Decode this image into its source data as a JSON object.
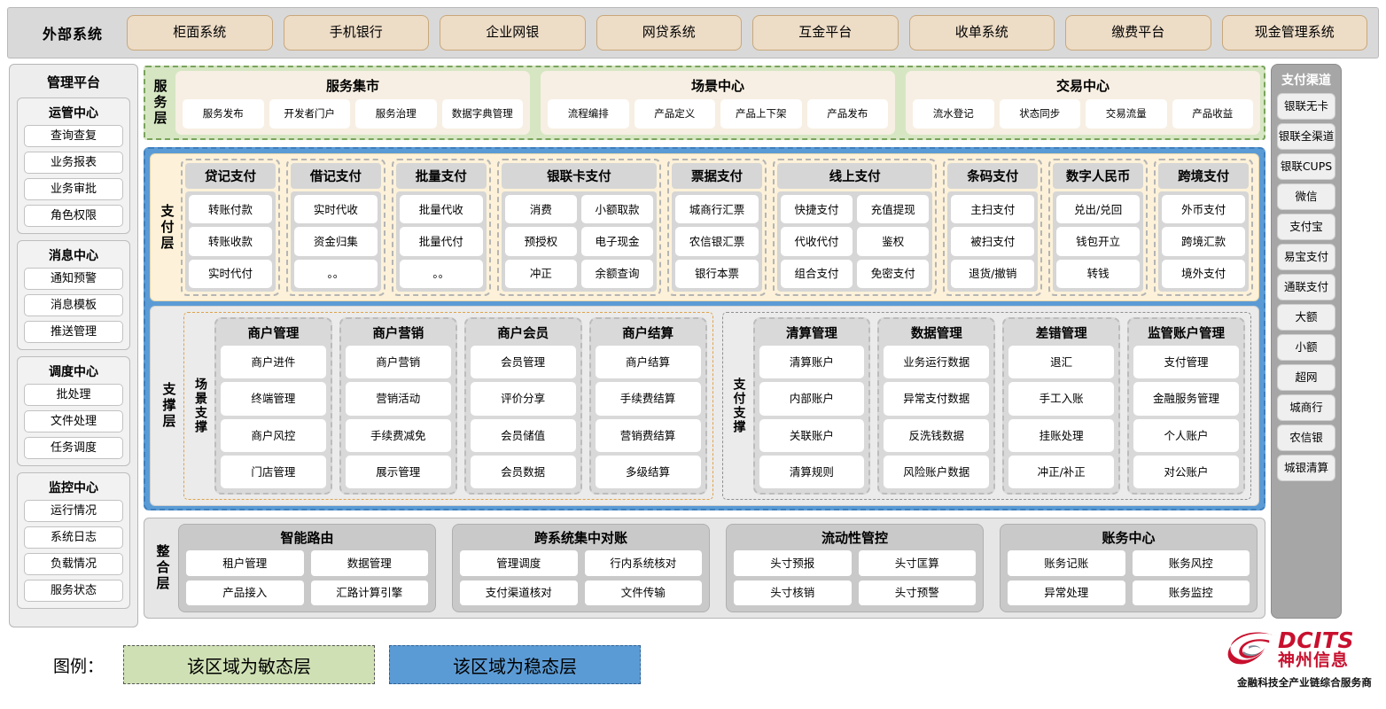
{
  "external": {
    "title": "外部系统",
    "items": [
      "柜面系统",
      "手机银行",
      "企业网银",
      "网贷系统",
      "互金平台",
      "收单系统",
      "缴费平台",
      "现金管理系统"
    ]
  },
  "left_sidebar": {
    "title": "管理平台",
    "groups": [
      {
        "title": "运管中心",
        "items": [
          "查询查复",
          "业务报表",
          "业务审批",
          "角色权限"
        ]
      },
      {
        "title": "消息中心",
        "items": [
          "通知预警",
          "消息模板",
          "推送管理"
        ]
      },
      {
        "title": "调度中心",
        "items": [
          "批处理",
          "文件处理",
          "任务调度"
        ]
      },
      {
        "title": "监控中心",
        "items": [
          "运行情况",
          "系统日志",
          "负载情况",
          "服务状态"
        ]
      }
    ]
  },
  "right_sidebar": {
    "title": "支付渠道",
    "items": [
      "银联无卡",
      "银联全渠道",
      "银联CUPS",
      "微信",
      "支付宝",
      "易宝支付",
      "通联支付",
      "大额",
      "小额",
      "超网",
      "城商行",
      "农信银",
      "城银清算"
    ]
  },
  "service_layer": {
    "label": "服务层",
    "groups": [
      {
        "title": "服务集市",
        "items": [
          "服务发布",
          "开发者门户",
          "服务治理",
          "数据字典管理"
        ]
      },
      {
        "title": "场景中心",
        "items": [
          "流程编排",
          "产品定义",
          "产品上下架",
          "产品发布"
        ]
      },
      {
        "title": "交易中心",
        "items": [
          "流水登记",
          "状态同步",
          "交易流量",
          "产品收益"
        ]
      }
    ]
  },
  "payment_layer": {
    "label": "支付层",
    "groups": [
      {
        "title": "贷记支付",
        "cols": 1,
        "rows": [
          [
            "转账付款"
          ],
          [
            "转账收款"
          ],
          [
            "实时代付"
          ]
        ]
      },
      {
        "title": "借记支付",
        "cols": 1,
        "rows": [
          [
            "实时代收"
          ],
          [
            "资金归集"
          ],
          [
            "。。"
          ]
        ]
      },
      {
        "title": "批量支付",
        "cols": 1,
        "rows": [
          [
            "批量代收"
          ],
          [
            "批量代付"
          ],
          [
            "。。"
          ]
        ]
      },
      {
        "title": "银联卡支付",
        "cols": 2,
        "rows": [
          [
            "消费",
            "小额取款"
          ],
          [
            "预授权",
            "电子现金"
          ],
          [
            "冲正",
            "余额查询"
          ]
        ]
      },
      {
        "title": "票据支付",
        "cols": 1,
        "rows": [
          [
            "城商行汇票"
          ],
          [
            "农信银汇票"
          ],
          [
            "银行本票"
          ]
        ]
      },
      {
        "title": "线上支付",
        "cols": 2,
        "rows": [
          [
            "快捷支付",
            "充值提现"
          ],
          [
            "代收代付",
            "鉴权"
          ],
          [
            "组合支付",
            "免密支付"
          ]
        ]
      },
      {
        "title": "条码支付",
        "cols": 1,
        "rows": [
          [
            "主扫支付"
          ],
          [
            "被扫支付"
          ],
          [
            "退货/撤销"
          ]
        ]
      },
      {
        "title": "数字人民币",
        "cols": 1,
        "rows": [
          [
            "兑出/兑回"
          ],
          [
            "钱包开立"
          ],
          [
            "转钱"
          ]
        ]
      },
      {
        "title": "跨境支付",
        "cols": 1,
        "rows": [
          [
            "外币支付"
          ],
          [
            "跨境汇款"
          ],
          [
            "境外支付"
          ]
        ]
      }
    ]
  },
  "support_layer": {
    "label": "支撑层",
    "blocks": [
      {
        "label": "场景支撑",
        "groups": [
          {
            "title": "商户管理",
            "items": [
              "商户进件",
              "终端管理",
              "商户风控",
              "门店管理"
            ]
          },
          {
            "title": "商户营销",
            "items": [
              "商户营销",
              "营销活动",
              "手续费减免",
              "展示管理"
            ]
          },
          {
            "title": "商户会员",
            "items": [
              "会员管理",
              "评价分享",
              "会员储值",
              "会员数据"
            ]
          },
          {
            "title": "商户结算",
            "items": [
              "商户结算",
              "手续费结算",
              "营销费结算",
              "多级结算"
            ]
          }
        ]
      },
      {
        "label": "支付支撑",
        "groups": [
          {
            "title": "清算管理",
            "items": [
              "清算账户",
              "内部账户",
              "关联账户",
              "清算规则"
            ]
          },
          {
            "title": "数据管理",
            "items": [
              "业务运行数据",
              "异常支付数据",
              "反洗钱数据",
              "风险账户数据"
            ]
          },
          {
            "title": "差错管理",
            "items": [
              "退汇",
              "手工入账",
              "挂账处理",
              "冲正/补正"
            ]
          },
          {
            "title": "监管账户管理",
            "items": [
              "支付管理",
              "金融服务管理",
              "个人账户",
              "对公账户"
            ]
          }
        ]
      }
    ]
  },
  "integration_layer": {
    "label": "整合层",
    "groups": [
      {
        "title": "智能路由",
        "rows": [
          [
            "租户管理",
            "数据管理"
          ],
          [
            "产品接入",
            "汇路计算引擎"
          ]
        ]
      },
      {
        "title": "跨系统集中对账",
        "rows": [
          [
            "管理调度",
            "行内系统核对"
          ],
          [
            "支付渠道核对",
            "文件传输"
          ]
        ]
      },
      {
        "title": "流动性管控",
        "rows": [
          [
            "头寸预报",
            "头寸匡算"
          ],
          [
            "头寸核销",
            "头寸预警"
          ]
        ]
      },
      {
        "title": "账务中心",
        "rows": [
          [
            "账务记账",
            "账务风控"
          ],
          [
            "异常处理",
            "账务监控"
          ]
        ]
      }
    ]
  },
  "legend": {
    "label": "图例：",
    "agile": "该区域为敏态层",
    "stable": "该区域为稳态层",
    "agile_color": "#cfe0b4",
    "stable_color": "#5b9bd5"
  },
  "logo": {
    "en": "DCITS",
    "cn": "神州信息",
    "tagline": "金融科技全产业链综合服务商",
    "color": "#c8102e"
  }
}
